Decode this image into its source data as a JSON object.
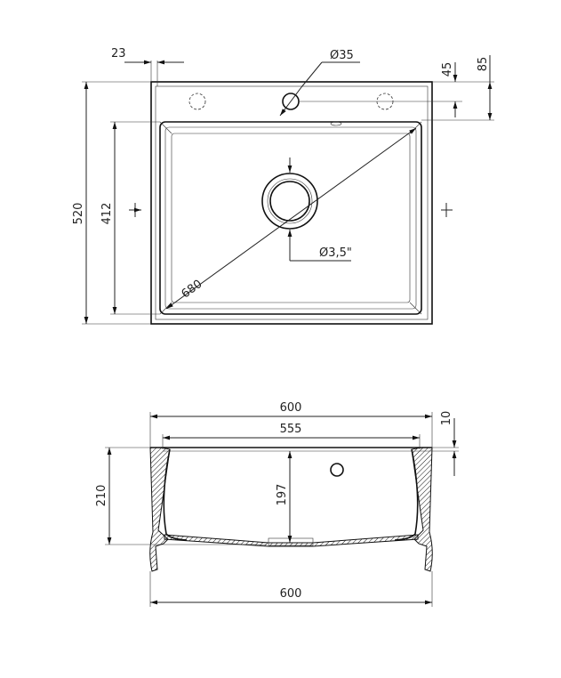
{
  "top_view": {
    "dims": {
      "offset_23": "23",
      "tap_hole": "Ø35",
      "dist_45": "45",
      "dist_85": "85",
      "height_520": "520",
      "bowl_412": "412",
      "diag_680": "680",
      "drain": "Ø3,5\""
    }
  },
  "section_view": {
    "dims": {
      "width_top": "600",
      "width_inner": "555",
      "rim_10": "10",
      "height_210": "210",
      "depth_197": "197",
      "width_bottom": "600"
    }
  }
}
